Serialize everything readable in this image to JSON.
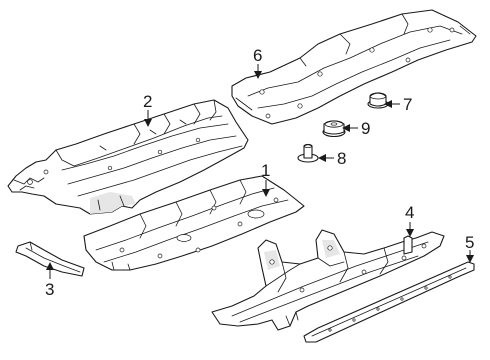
{
  "diagram": {
    "callouts": [
      {
        "id": "1",
        "label": "1"
      },
      {
        "id": "2",
        "label": "2"
      },
      {
        "id": "3",
        "label": "3"
      },
      {
        "id": "4",
        "label": "4"
      },
      {
        "id": "5",
        "label": "5"
      },
      {
        "id": "6",
        "label": "6"
      },
      {
        "id": "7",
        "label": "7"
      },
      {
        "id": "8",
        "label": "8"
      },
      {
        "id": "9",
        "label": "9"
      }
    ],
    "colors": {
      "line": "#1a1a1a",
      "fill": "#ffffff",
      "shade": "#e6e6e6"
    }
  }
}
